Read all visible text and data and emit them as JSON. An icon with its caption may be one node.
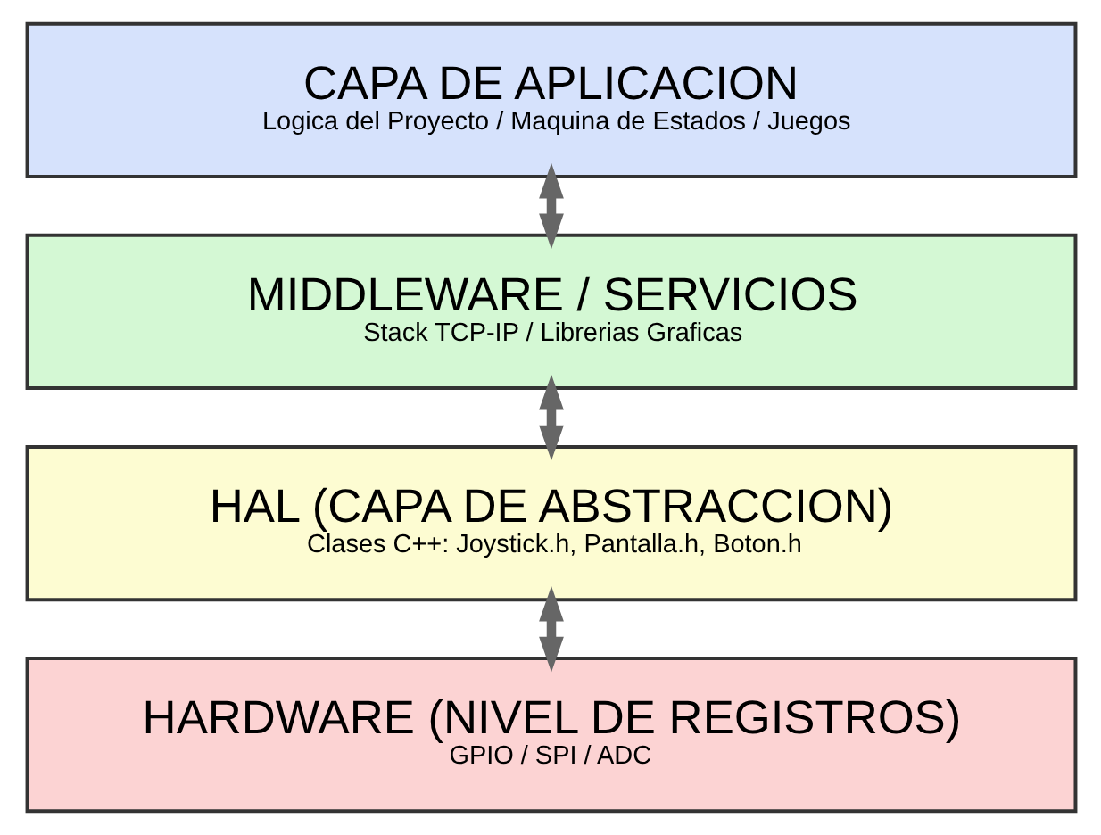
{
  "diagram": {
    "nodes": [
      {
        "text": [
          "CAPA DE APLICACION",
          "Logica del Proyecto / Maquina de Estados / Juegos"
        ]
      },
      {
        "text": [
          "MIDDLEWARE / SERVICIOS",
          "Stack TCP-IP / Librerias Graficas"
        ]
      },
      {
        "text": [
          "HAL (CAPA DE ABSTRACCION)",
          "Clases C++: Joystick.h, Pantalla.h, Boton.h"
        ]
      },
      {
        "text": [
          "HARDWARE (NIVEL DE REGISTROS)",
          "GPIO / SPI / ADC"
        ]
      }
    ],
    "edges": [
      {
        "from": 0,
        "to": 1,
        "arrow": "both"
      },
      {
        "from": 1,
        "to": 2,
        "arrow": "both"
      },
      {
        "from": 2,
        "to": 3,
        "arrow": "both"
      }
    ]
  }
}
